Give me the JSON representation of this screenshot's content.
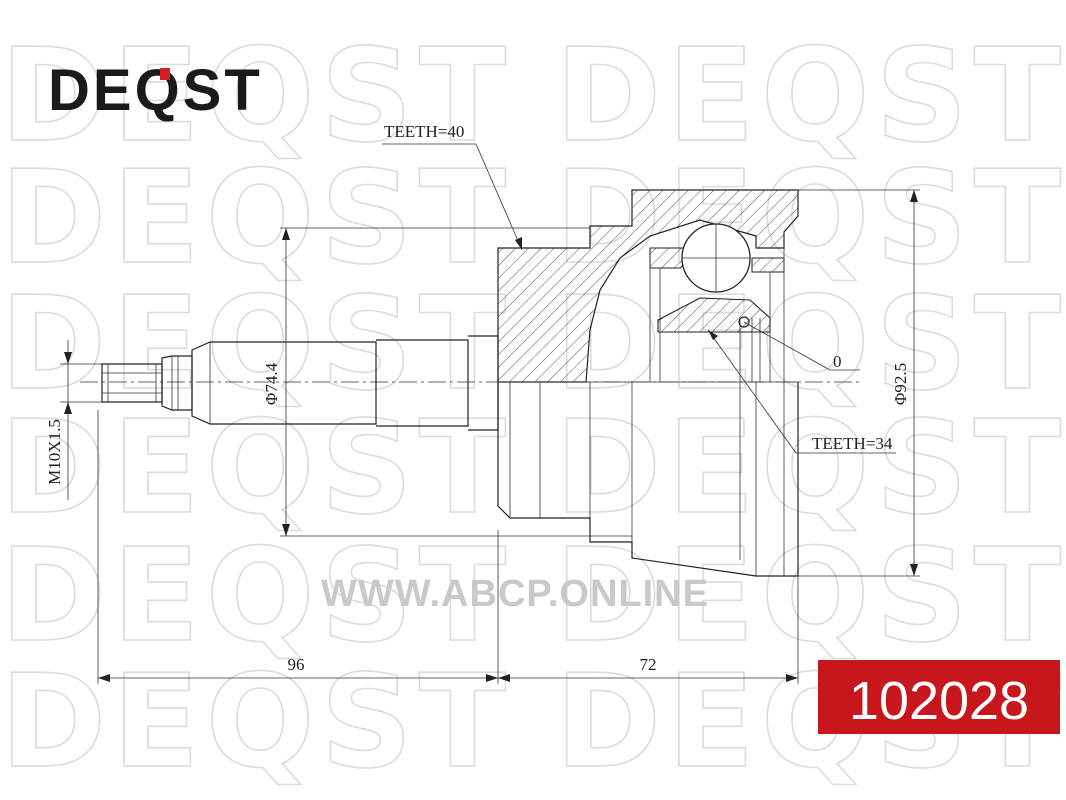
{
  "watermark": {
    "text": "DEQST"
  },
  "brand": {
    "name": "DEQST",
    "accent_color": "#d11f26"
  },
  "website": "WWW.ABCP.ONLINE",
  "part_number": "102028",
  "part_badge_color": "#c8161d",
  "drawing": {
    "teeth_outer": "TEETH=40",
    "teeth_inner": "TEETH=34",
    "diameter_outer": "Φ92.5",
    "diameter_inner": "Φ74.4",
    "thread": "M10X1.5",
    "zero_mark": "0",
    "length_shaft": "96",
    "length_body": "72"
  }
}
